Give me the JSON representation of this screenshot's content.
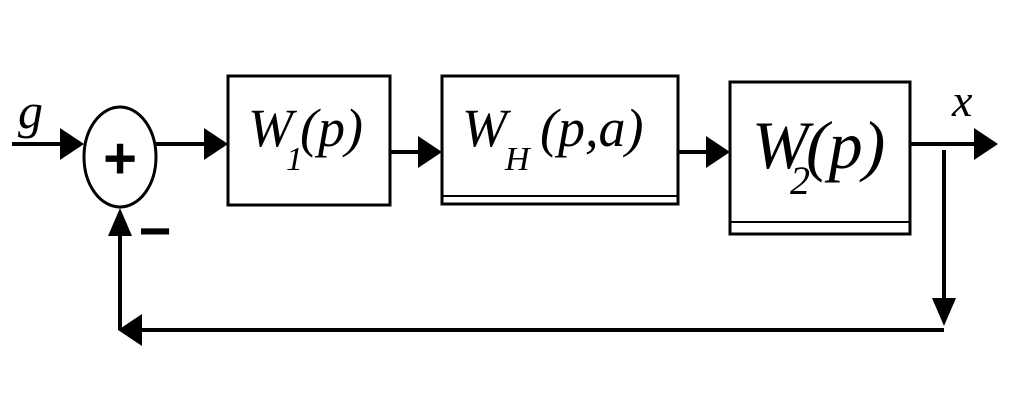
{
  "input_label": "g",
  "output_label": "x",
  "summing_junction": {
    "sign_top": "+",
    "sign_feedback": "−"
  },
  "blocks": [
    {
      "main": "W",
      "sub": "1",
      "args": "(p)"
    },
    {
      "main": "W",
      "sub": "H",
      "args": "(p,a)"
    },
    {
      "main": "W",
      "sub": "2",
      "args": "(p)"
    }
  ]
}
